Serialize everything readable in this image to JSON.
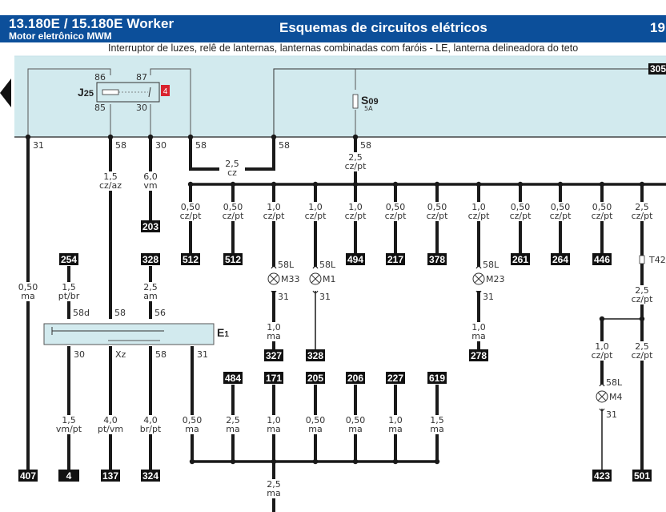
{
  "header": {
    "model_title": "13.180E / 15.180E Worker",
    "engine_subtitle": "Motor eletrônico MWM",
    "section_title": "Esquemas de circuitos elétricos",
    "page_number": "19"
  },
  "diagram_title": "Interruptor de luzes, relê de lanternas, lanternas combinadas com faróis - LE, lanterna delineadora do teto",
  "colors": {
    "header_bg": "#0c4f9a",
    "panel_bg": "#d2eaee",
    "relay_fault_tag": "#d9232e",
    "tag_bg": "#111111"
  },
  "nav": {
    "prev_icon": "triangle-left-icon"
  },
  "relay": {
    "name": "J",
    "sub": "25",
    "pins": {
      "p86": "86",
      "p87": "87",
      "p85": "85",
      "p30": "30"
    },
    "fault_code": "4"
  },
  "fuse": {
    "name": "S",
    "sub": "09",
    "rating": "5A"
  },
  "switch": {
    "name": "E",
    "sub": "1",
    "top_pins": [
      "58d",
      "58",
      "56"
    ],
    "bottom_pins": [
      "30",
      "Xz",
      "58",
      "31"
    ]
  },
  "panel_terminals": [
    "31",
    "58",
    "30",
    "58",
    "58",
    "58"
  ],
  "right_ref": "305",
  "wires": {
    "w31": {
      "gauge": "0,50",
      "color": "ma",
      "dest": "407"
    },
    "w58_relay": {
      "gauge": "1,5",
      "color": "cz/az"
    },
    "w30_relay": {
      "gauge": "6,0",
      "color": "vm",
      "dest": "203"
    },
    "bridge": {
      "gauge": "2,5",
      "color": "cz"
    },
    "fuse_out": {
      "gauge": "2,5",
      "color": "cz/pt"
    },
    "sw_58d": {
      "src": "254",
      "gauge": "1,5",
      "color": "pt/br"
    },
    "sw_56": {
      "src": "328",
      "gauge": "2,5",
      "color": "am"
    },
    "sw_out_30": {
      "gauge": "1,5",
      "color": "vm/pt",
      "dest": "4"
    },
    "sw_out_xz": {
      "gauge": "4,0",
      "color": "pt/vm",
      "dest": "137"
    },
    "sw_out_58": {
      "gauge": "4,0",
      "color": "br/pt",
      "dest": "324"
    },
    "sw_out_31": {
      "gauge": "0,50",
      "color": "ma"
    }
  },
  "branches": [
    {
      "gauge": "0,50",
      "color": "cz/pt",
      "dest": "512"
    },
    {
      "gauge": "0,50",
      "color": "cz/pt",
      "dest": "512"
    },
    {
      "gauge": "1,0",
      "color": "cz/pt",
      "lamp": "M33",
      "pin_in": "58L",
      "pin_out": "31",
      "out_gauge": "1,0",
      "out_color": "ma",
      "dest": "327"
    },
    {
      "gauge": "1,0",
      "color": "cz/pt",
      "lamp": "M1",
      "pin_in": "58L",
      "pin_out": "31",
      "dest": "328"
    },
    {
      "gauge": "1,0",
      "color": "cz/pt",
      "dest": "494"
    },
    {
      "gauge": "0,50",
      "color": "cz/pt",
      "dest": "217"
    },
    {
      "gauge": "0,50",
      "color": "cz/pt",
      "dest": "378"
    },
    {
      "gauge": "1,0",
      "color": "cz/pt",
      "lamp": "M23",
      "pin_in": "58L",
      "pin_out": "31",
      "out_gauge": "1,0",
      "out_color": "ma",
      "dest": "278"
    },
    {
      "gauge": "0,50",
      "color": "cz/pt",
      "dest": "261"
    },
    {
      "gauge": "0,50",
      "color": "cz/pt",
      "dest": "264"
    },
    {
      "gauge": "0,50",
      "color": "cz/pt",
      "dest": "446"
    },
    {
      "gauge": "2,5",
      "color": "cz/pt",
      "connector": "T42/",
      "gauge2": "2,5",
      "color2": "cz/pt"
    }
  ],
  "roof_lamp": {
    "gauge": "1,0",
    "color": "cz/pt",
    "lamp": "M4",
    "pin_in": "58L",
    "pin_out": "31",
    "dest": "423"
  },
  "right_out": {
    "gauge": "2,5",
    "color": "cz/pt",
    "dest": "501"
  },
  "ground_inputs": [
    {
      "src": "484",
      "gauge": "2,5",
      "color": "ma"
    },
    {
      "src": "171",
      "gauge": "1,0",
      "color": "ma"
    },
    {
      "src": "205",
      "gauge": "0,50",
      "color": "ma"
    },
    {
      "src": "206",
      "gauge": "0,50",
      "color": "ma"
    },
    {
      "src": "227",
      "gauge": "1,0",
      "color": "ma"
    },
    {
      "src": "619",
      "gauge": "1,5",
      "color": "ma"
    }
  ],
  "ground_out": {
    "gauge": "2,5",
    "color": "ma"
  }
}
